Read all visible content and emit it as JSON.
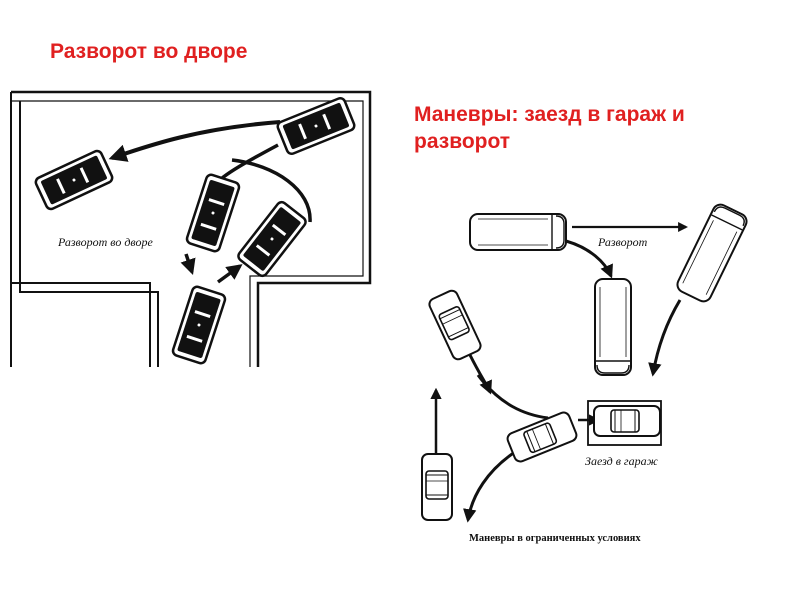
{
  "titles": {
    "left": "Разворот во дворе",
    "right": "Маневры: заезд в гараж и разворот"
  },
  "captions": {
    "yard_turn": "Разворот во дворе",
    "turn": "Разворот",
    "garage_entry": "Заезд в гараж",
    "maneuvers": "Маневры в ограниченных условиях"
  },
  "colors": {
    "title": "#e02020",
    "car_dark": "#111111",
    "car_light": "#ffffff",
    "line": "#111111"
  }
}
